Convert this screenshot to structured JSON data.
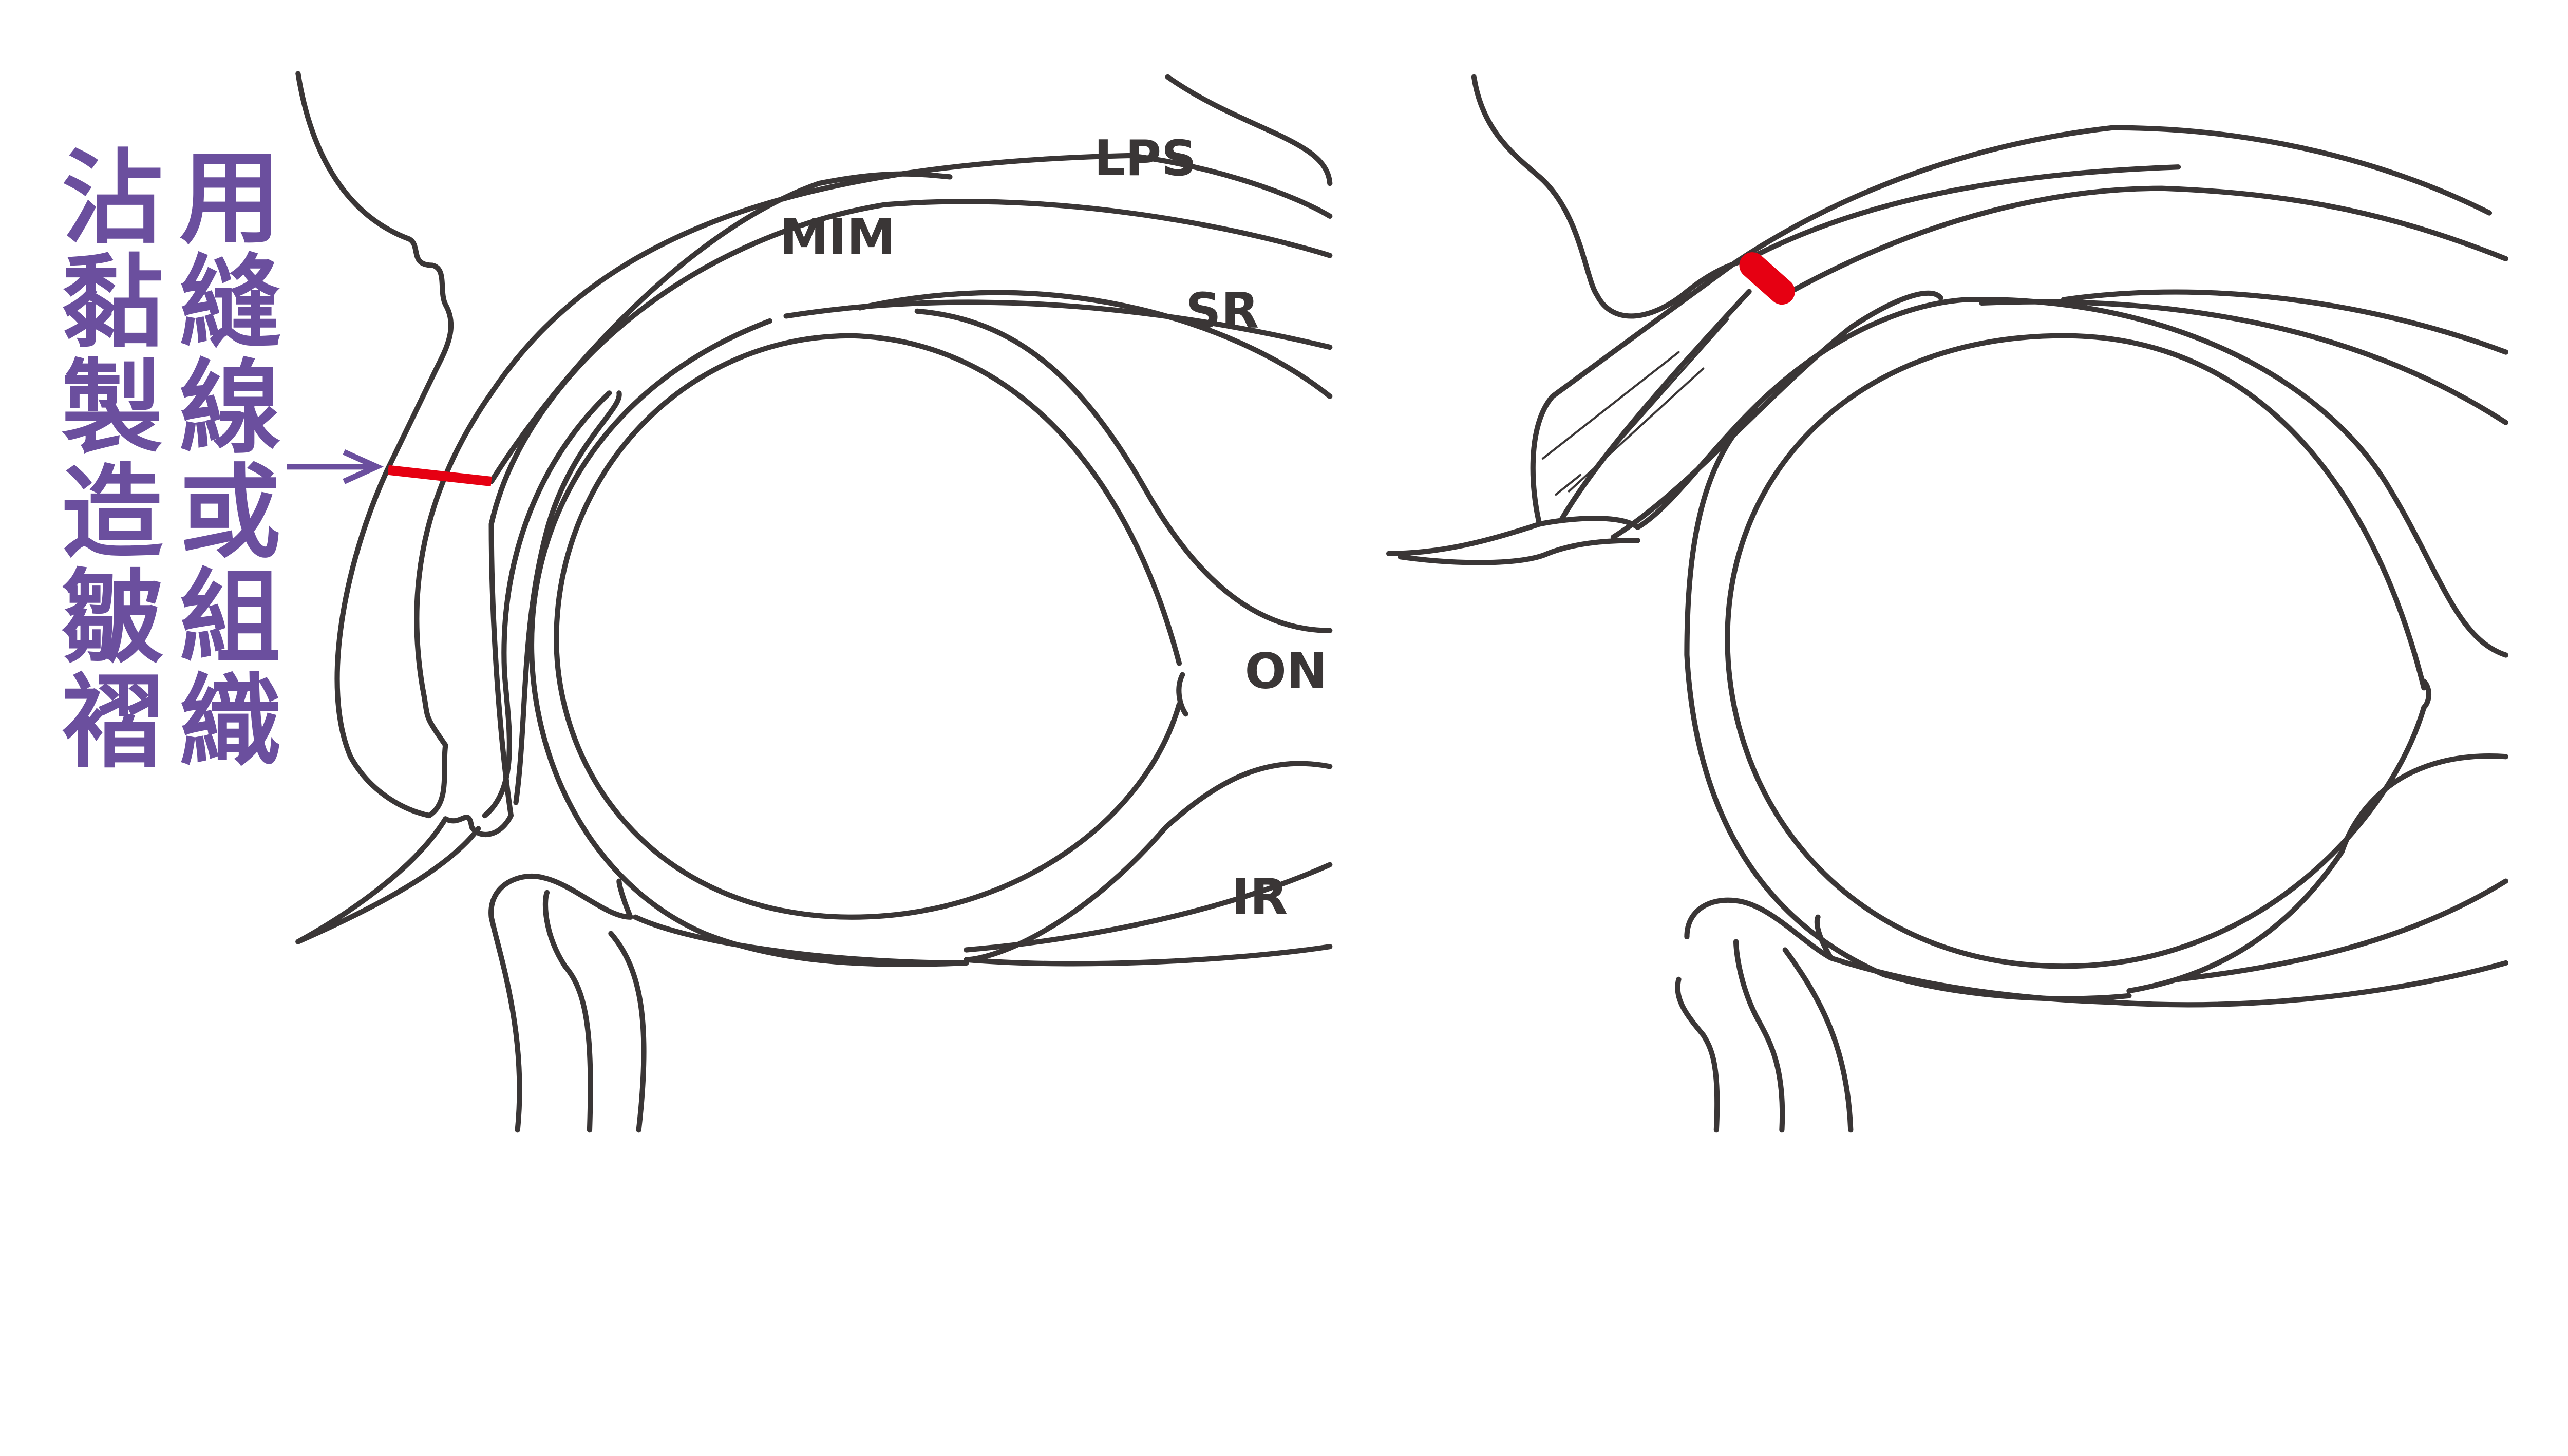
{
  "caption": {
    "columns": [
      "用縫線或組織",
      "沾黏製造皺褶"
    ],
    "color": "#6b4f9e"
  },
  "labels": {
    "lps": "LPS",
    "mim": "MIM",
    "sr": "SR",
    "on": "ON",
    "ir": "IR"
  },
  "colors": {
    "line": "#3a3636",
    "highlight": "#e60012",
    "arrow": "#6b4f9e"
  },
  "icons": [
    "arrow-right-icon"
  ]
}
